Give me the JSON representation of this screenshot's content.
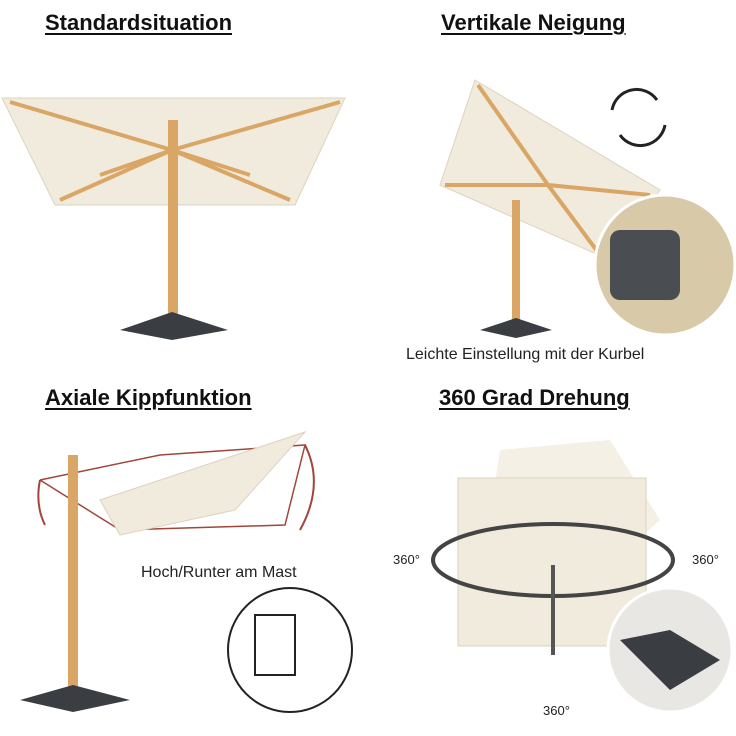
{
  "panels": {
    "standard": {
      "title": "Standardsituation"
    },
    "vertical": {
      "title": "Vertikale Neigung",
      "caption": "Leichte Einstellung mit der Kurbel"
    },
    "axial": {
      "title": "Axiale Kippfunktion",
      "caption": "Hoch/Runter am Mast"
    },
    "rotation": {
      "title": "360 Grad Drehung",
      "left_label": "360°",
      "right_label": "360°",
      "bottom_label": "360°"
    }
  },
  "colors": {
    "canopy": "#f1ebdd",
    "wood": "#d9a666",
    "base": "#3a3d42",
    "frame_outline": "#a0463a"
  }
}
